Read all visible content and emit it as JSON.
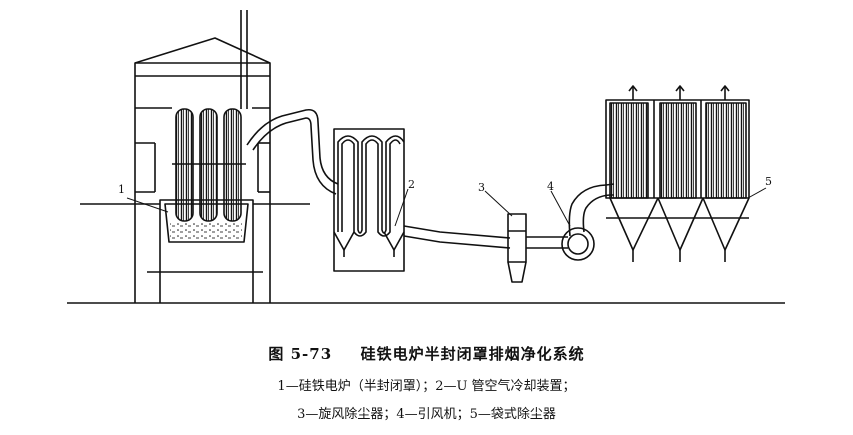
{
  "labels": {
    "l1": "1",
    "l2": "2",
    "l3": "3",
    "l4": "4",
    "l5": "5"
  },
  "caption": {
    "figure_no": "图 5-73",
    "title": "硅铁电炉半封闭罩排烟净化系统",
    "line1": "1—硅铁电炉（半封闭罩）；2—U 管空气冷却装置；",
    "line2": "3—旋风除尘器；4—引风机；5—袋式除尘器"
  }
}
